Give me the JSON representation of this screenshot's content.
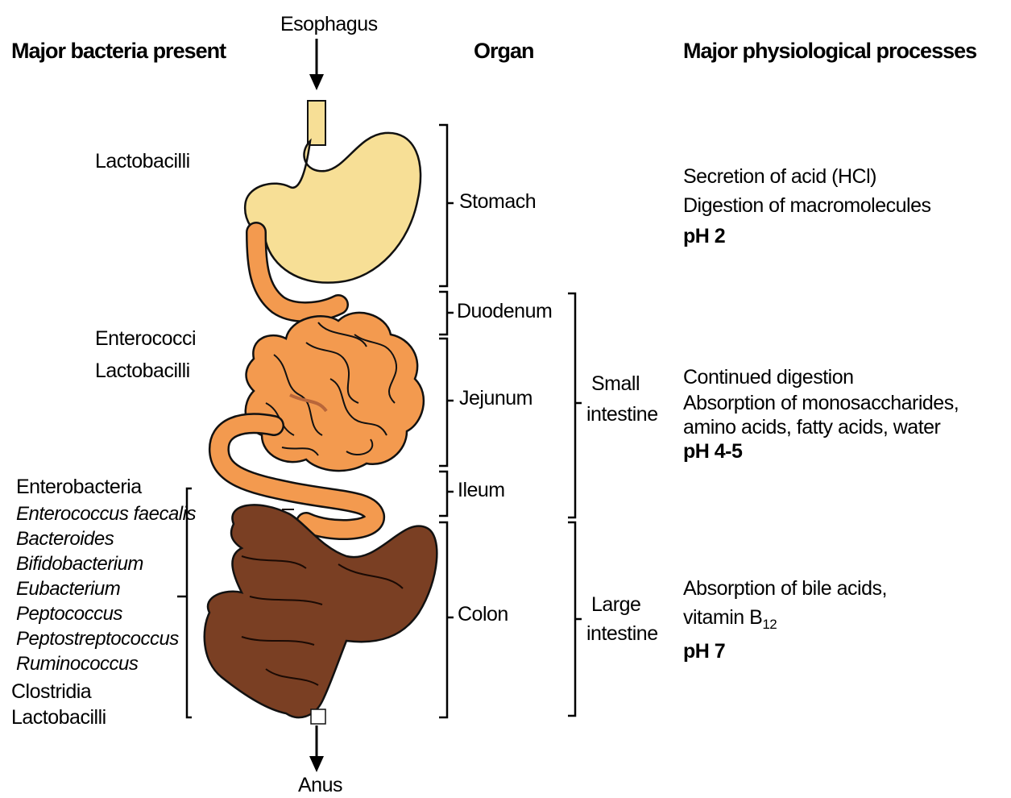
{
  "headers": {
    "bacteria": "Major bacteria present",
    "organ": "Organ",
    "processes": "Major physiological processes"
  },
  "labels": {
    "esophagus": "Esophagus",
    "anus": "Anus"
  },
  "bacteria": {
    "stomach": "Lactobacilli",
    "small_intestine": [
      "Enterococci",
      "Lactobacilli"
    ],
    "colon_plain_top": "Enterobacteria",
    "colon_italic": [
      "Enterococcus faecalis",
      "Bacteroides",
      "Bifidobacterium",
      "Eubacterium",
      "Peptococcus",
      "Peptostreptococcus",
      "Ruminococcus"
    ],
    "colon_plain_bottom": [
      "Clostridia",
      "Lactobacilli"
    ]
  },
  "organs": {
    "stomach": "Stomach",
    "duodenum": "Duodenum",
    "jejunum": "Jejunum",
    "ileum": "Ileum",
    "colon": "Colon",
    "small_intestine": [
      "Small",
      "intestine"
    ],
    "large_intestine": [
      "Large",
      "intestine"
    ]
  },
  "processes": {
    "stomach": [
      "Secretion of acid (HCl)",
      "Digestion of macromolecules"
    ],
    "stomach_ph": "pH 2",
    "small_intestine": [
      "Continued digestion",
      "Absorption of monosaccharides,",
      "amino acids, fatty acids, water"
    ],
    "small_intestine_ph": "pH 4-5",
    "large_intestine_line1": "Absorption of bile acids,",
    "large_intestine_line2_prefix": "vitamin B",
    "large_intestine_line2_sub": "12",
    "large_intestine_ph": "pH 7"
  },
  "colors": {
    "stomach": "#f7df96",
    "small_intestine": "#f39a4f",
    "colon": "#7a3f23",
    "outline": "#111111"
  }
}
